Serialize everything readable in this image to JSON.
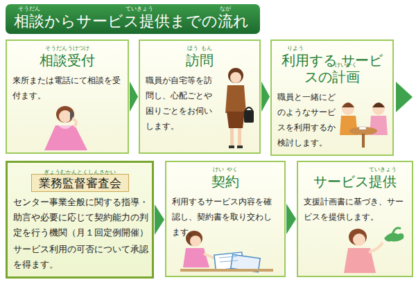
{
  "diagram": {
    "title": "相談からサービス提供までの流れ",
    "nodes": [
      {
        "text": [
          "相談受付",
          "来所または電話にて相談を受付ます。"
        ]
      },
      {
        "text": [
          "訪問",
          "職員が自宅等を訪問し、心配ごとや困りごとをお伺いします。"
        ]
      },
      {
        "text": [
          "利用する サービスの計画",
          "職員と一緒にどのようなサービスを利用するか検討します。"
        ]
      },
      {
        "text": [
          "業務監督審査会",
          "センター事業全般に関する指導・助言や必要に応じて契約能力の判定を行う機関（月１回定例開催）",
          "サービス利用の可否について承認を得ます。"
        ]
      },
      {
        "text": [
          "契約",
          "利用するサービス内容を確認し、契約書を取り交わします。"
        ]
      },
      {
        "text": [
          "サービス提供",
          "支援計画書に基づき、サービスを提供します。"
        ]
      }
    ],
    "edges": [
      {
        "from": 0,
        "to": 1,
        "arrow": "to"
      },
      {
        "from": 1,
        "to": 2,
        "arrow": "to"
      },
      {
        "from": 3,
        "to": 4,
        "arrow": "to"
      },
      {
        "from": 4,
        "to": 5,
        "arrow": "to"
      }
    ],
    "labels": [
      "そうだん",
      "ていきょう",
      "なが",
      "そうだんうけつけ",
      "ほう",
      "もん",
      "りよう",
      "けいかく",
      "ぎょうむかんとくしんさかい",
      "けい",
      "やく",
      "ていきょう"
    ]
  }
}
